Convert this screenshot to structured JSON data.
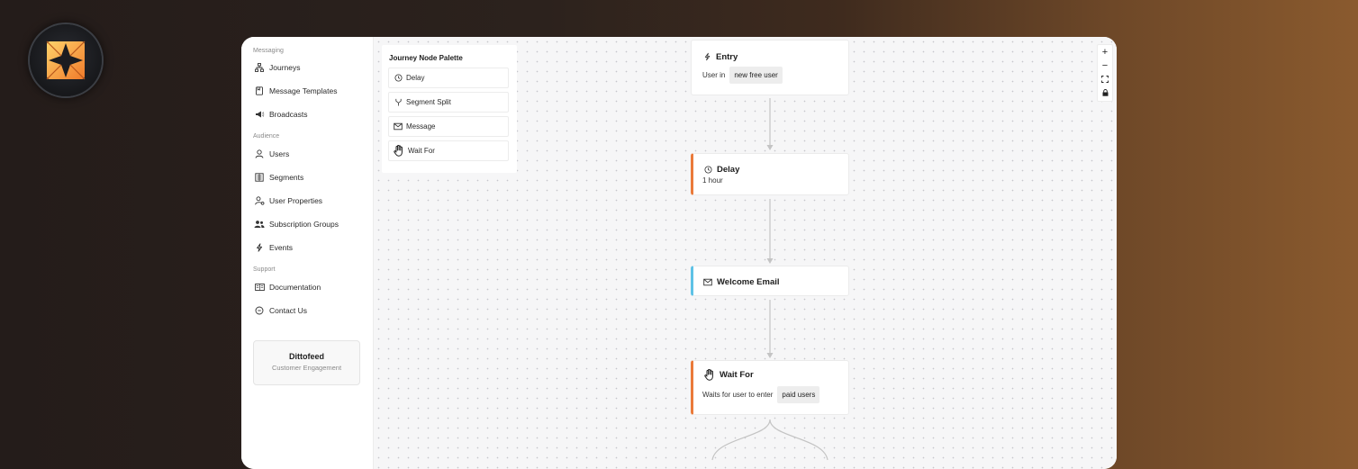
{
  "sidebar": {
    "sections": [
      {
        "label": "Messaging"
      },
      {
        "label": "Audience"
      },
      {
        "label": "Support"
      }
    ],
    "items": [
      {
        "label": "Journeys",
        "icon": "journeys-icon"
      },
      {
        "label": "Message Templates",
        "icon": "document-icon"
      },
      {
        "label": "Broadcasts",
        "icon": "megaphone-icon"
      },
      {
        "label": "Users",
        "icon": "user-icon"
      },
      {
        "label": "Segments",
        "icon": "segments-icon"
      },
      {
        "label": "User Properties",
        "icon": "user-properties-icon"
      },
      {
        "label": "Subscription Groups",
        "icon": "group-icon"
      },
      {
        "label": "Events",
        "icon": "bolt-icon"
      },
      {
        "label": "Documentation",
        "icon": "book-icon"
      },
      {
        "label": "Contact Us",
        "icon": "chat-icon"
      }
    ],
    "brand": {
      "name": "Dittofeed",
      "subtitle": "Customer Engagement"
    }
  },
  "palette": {
    "title": "Journey Node Palette",
    "items": [
      {
        "label": "Delay",
        "icon": "clock-icon"
      },
      {
        "label": "Segment Split",
        "icon": "split-icon"
      },
      {
        "label": "Message",
        "icon": "mail-icon"
      },
      {
        "label": "Wait For",
        "icon": "hand-icon"
      }
    ]
  },
  "nodes": {
    "entry": {
      "title": "Entry",
      "prefix": "User in",
      "chip": "new free user"
    },
    "delay": {
      "title": "Delay",
      "detail": "1 hour"
    },
    "message": {
      "title": "Welcome Email"
    },
    "wait": {
      "title": "Wait For",
      "prefix": "Waits for user to enter",
      "chip": "paid users"
    }
  },
  "controls": {
    "zoom_in": "+",
    "zoom_out": "−"
  },
  "colors": {
    "accent_orange": "#ea7a3a",
    "accent_blue": "#5ec2e6"
  }
}
